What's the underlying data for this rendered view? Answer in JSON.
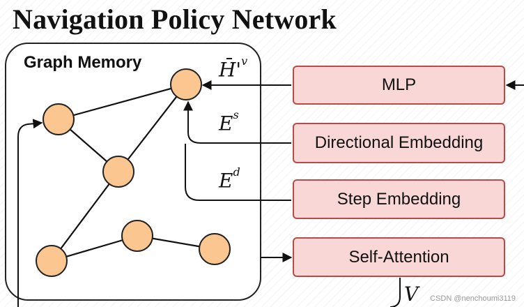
{
  "title": "Navigation Policy Network",
  "graph_memory": {
    "label": "Graph Memory"
  },
  "modules": {
    "mlp": "MLP",
    "directional": "Directional Embedding",
    "step": "Step Embedding",
    "self_attention": "Self-Attention"
  },
  "symbols": {
    "h_base": "H̄'",
    "h_sup": "v",
    "es_base": "E",
    "es_sup": "s",
    "ed_base": "E",
    "ed_sup": "d",
    "v_symbol": "V"
  },
  "watermark": "CSDN @nenchoumi3119",
  "colors": {
    "node_fill": "#fcc690",
    "node_stroke": "#222222",
    "box_fill": "#f8d7d6",
    "box_border": "#b84a48"
  }
}
